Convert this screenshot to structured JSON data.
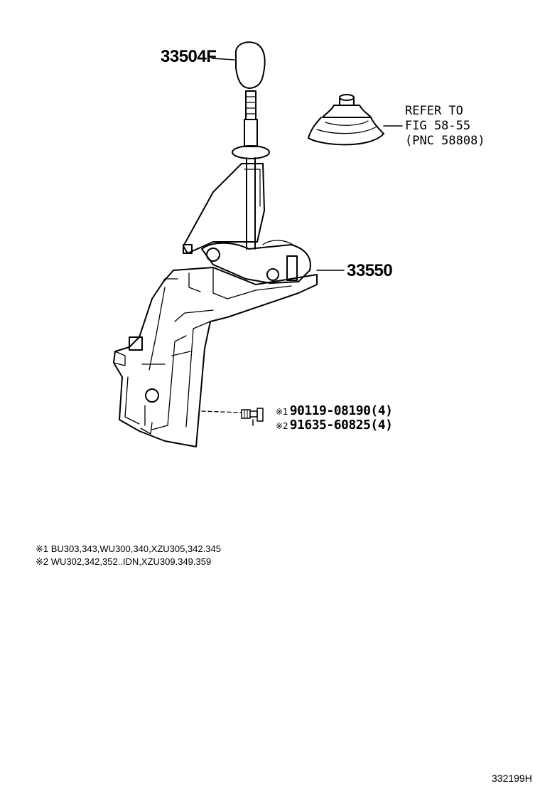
{
  "parts": {
    "knob": "33504F",
    "shift_lever_assembly": "33550",
    "bolt_1": {
      "mark": "※1",
      "part_no": "90119-08190(4)"
    },
    "bolt_2": {
      "mark": "※2",
      "part_no": "91635-60825(4)"
    }
  },
  "reference": {
    "line1": "REFER TO",
    "line2": "FIG 58-55",
    "line3": "(PNC 58808)"
  },
  "notes": [
    {
      "mark": "※1",
      "text": "BU303,343,WU300,340,XZU305,342.345"
    },
    {
      "mark": "※2",
      "text": "WU302,342,352..IDN,XZU309.349.359"
    }
  ],
  "figure_id": "332199H",
  "colors": {
    "line": "#000000",
    "background": "#ffffff"
  }
}
